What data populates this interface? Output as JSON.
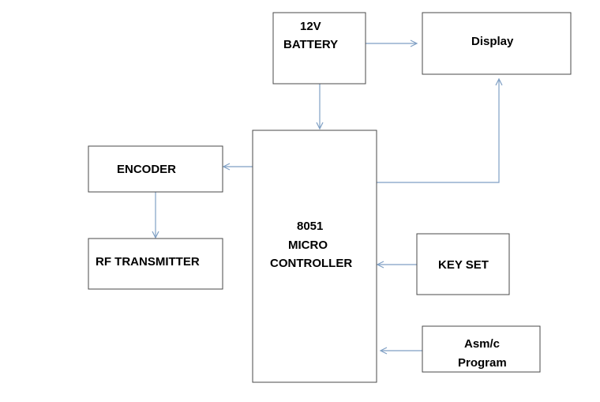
{
  "diagram": {
    "nodes": {
      "battery": {
        "lines": [
          "12V",
          "BATTERY"
        ]
      },
      "display": {
        "lines": [
          "Display"
        ]
      },
      "encoder": {
        "lines": [
          "ENCODER"
        ]
      },
      "rf_transmitter": {
        "lines": [
          "RF TRANSMITTER"
        ]
      },
      "microcontroller": {
        "lines": [
          "8051",
          "MICRO",
          "CONTROLLER"
        ]
      },
      "keyset": {
        "lines": [
          "KEY SET"
        ]
      },
      "program": {
        "lines": [
          "Asm/c",
          "Program"
        ]
      }
    },
    "edges": [
      {
        "from": "battery",
        "to": "display"
      },
      {
        "from": "battery",
        "to": "microcontroller"
      },
      {
        "from": "microcontroller",
        "to": "encoder"
      },
      {
        "from": "microcontroller",
        "to": "display"
      },
      {
        "from": "encoder",
        "to": "rf_transmitter"
      },
      {
        "from": "keyset",
        "to": "microcontroller"
      },
      {
        "from": "program",
        "to": "microcontroller"
      }
    ],
    "colors": {
      "connector": "#7f9fc4",
      "box_border": "#4a4a4a"
    }
  }
}
